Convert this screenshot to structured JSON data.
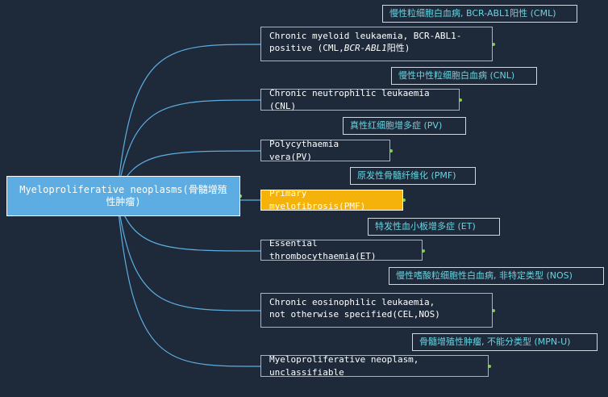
{
  "root": {
    "label": "Myeloproliferative neoplasms(骨髓增殖性肿瘤)"
  },
  "branches": [
    {
      "label_en": "Chronic myeloid leukaemia, BCR-ABL1-positive (CML,",
      "label_em": "BCR-ABL1",
      "label_tail": "阳性)",
      "label_cn": "慢性粒细胞白血病, BCR-ABL1阳性 (CML)"
    },
    {
      "label_en": "Chronic neutrophilic leukaemia (CNL)",
      "label_cn": "慢性中性粒细胞白血病 (CNL)"
    },
    {
      "label_en": "Polycythaemia  vera(PV)",
      "label_cn": "真性红细胞增多症 (PV)"
    },
    {
      "label_en": "Primary myelofibrosis(PMF)",
      "label_cn": "原发性骨髓纤维化 (PMF)"
    },
    {
      "label_en": "Essential thrombocythaemia(ET)",
      "label_cn": "特发性血小板增多症 (ET)"
    },
    {
      "label_en": "Chronic eosinophilic leukaemia, not otherwise specified(CEL,NOS)",
      "label_cn": "慢性嗜酸粒细胞性白血病, 非特定类型 (NOS)"
    },
    {
      "label_en": "Myeloproliferative neoplasm, unclassifiable",
      "label_cn": "骨髓增殖性肿瘤, 不能分类型 (MPN-U)"
    }
  ],
  "colors": {
    "background": "#1e2a3a",
    "root_fill": "#5dade2",
    "selected_fill": "#f5b20a",
    "connector": "#5dade2",
    "tag_text": "#6ad3e0",
    "dot": "#7dd04a"
  }
}
